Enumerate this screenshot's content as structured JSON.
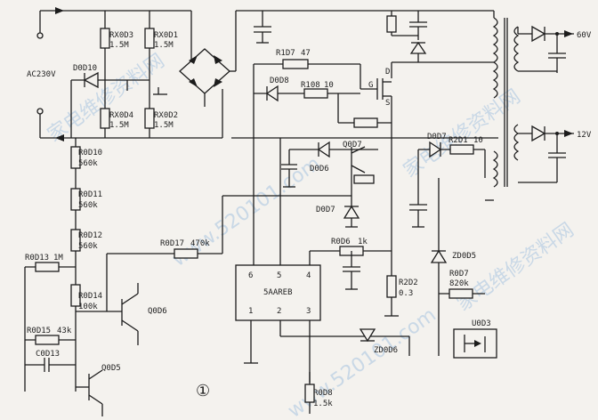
{
  "watermark": {
    "url": "www.520101.com",
    "cn": "家电维修资料网"
  },
  "supply": {
    "label": "AC230V"
  },
  "outputs": {
    "v60": "60V",
    "v12": "12V"
  },
  "resistors": {
    "rx0d3": {
      "ref": "RX0D3",
      "val": "1.5M"
    },
    "rx0d1": {
      "ref": "RX0D1",
      "val": "1.5M"
    },
    "rx0d4": {
      "ref": "RX0D4",
      "val": "1.5M"
    },
    "rx0d2": {
      "ref": "RX0D2",
      "val": "1.5M"
    },
    "r1d7": {
      "ref": "R1D7",
      "val": "47"
    },
    "r108": {
      "ref": "R108",
      "val": "10"
    },
    "r0d10": {
      "ref": "R0D10",
      "val": "560k"
    },
    "r0d11": {
      "ref": "R0D11",
      "val": "560k"
    },
    "r0d12": {
      "ref": "R0D12",
      "val": "560k"
    },
    "r0d13": {
      "ref": "R0D13",
      "val": "1M"
    },
    "r0d14": {
      "ref": "R0D14",
      "val": "100k"
    },
    "r0d15": {
      "ref": "R0D15",
      "val": "43k"
    },
    "r0d17": {
      "ref": "R0D17",
      "val": "470k"
    },
    "r0d6": {
      "ref": "R0D6",
      "val": "1k"
    },
    "r2d2": {
      "ref": "R2D2",
      "val": "0.3"
    },
    "r0d7": {
      "ref": "R0D7",
      "val": "820k"
    },
    "r2d1": {
      "ref": "R2D1",
      "val": "10"
    },
    "r0d8": {
      "ref": "R0D8",
      "val": "1.5k"
    }
  },
  "diodes": {
    "d0d10": "D0D10",
    "d0d8": "D0D8",
    "d0d6": "D0D6",
    "d0d7a": "D0D7",
    "d0d7b": "D0D7",
    "zd0d5": "ZD0D5",
    "zd0d6": "ZD0D6"
  },
  "transistors": {
    "q0d7": "Q0D7",
    "q0d6": "Q0D6",
    "q0d5": "Q0D5"
  },
  "capacitors": {
    "c0d13": "C0D13"
  },
  "optocoupler": {
    "ref": "U0D3"
  },
  "mosfet_pins": {
    "d": "D",
    "g": "G",
    "s": "S"
  },
  "ic": {
    "name": "5AAREB",
    "pins": [
      "1",
      "2",
      "3",
      "4",
      "5",
      "6"
    ]
  },
  "figure_number": "①"
}
